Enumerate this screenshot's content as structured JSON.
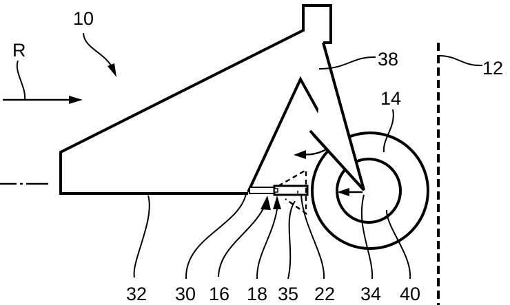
{
  "figure": {
    "type": "patent-line-drawing",
    "background": "#ffffff",
    "ink": "#000000"
  },
  "labels": {
    "direction": "R",
    "assembly": "10",
    "reference_plane": "12",
    "outer_wheel": "14",
    "ref_16": "16",
    "ref_18": "18",
    "ref_22": "22",
    "ref_30": "30",
    "body": "32",
    "pivot": "34",
    "ref_35": "35",
    "blade": "38",
    "inner_wheel": "40"
  },
  "bottom_label_order": [
    "32",
    "30",
    "16",
    "18",
    "35",
    "22",
    "34",
    "40"
  ]
}
